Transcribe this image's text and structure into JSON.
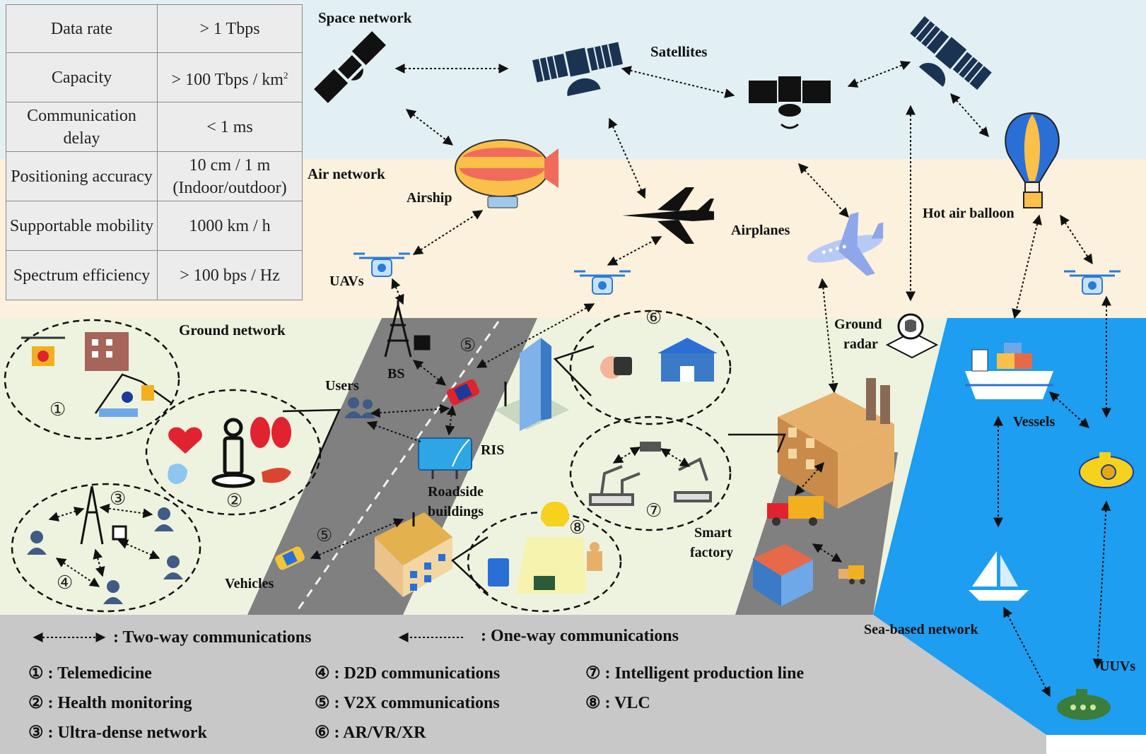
{
  "spec_table": {
    "rows": [
      {
        "key": "Data rate",
        "value": "> 1 Tbps",
        "sup": ""
      },
      {
        "key": "Capacity",
        "value": "> 100 Tbps / km",
        "sup": "2"
      },
      {
        "key": "Communication delay",
        "value": "< 1 ms",
        "sup": ""
      },
      {
        "key": "Positioning accuracy",
        "value": "10 cm / 1 m (Indoor/outdoor)",
        "sup": ""
      },
      {
        "key": "Supportable mobility",
        "value": "1000 km / h",
        "sup": ""
      },
      {
        "key": "Spectrum efficiency",
        "value": "> 100 bps / Hz",
        "sup": ""
      }
    ]
  },
  "layers": {
    "space": "Space network",
    "air": "Air network",
    "ground": "Ground network",
    "sea": "Sea-based network"
  },
  "labels": {
    "satellites": "Satellites",
    "airship": "Airship",
    "airplanes": "Airplanes",
    "hot_air_balloon": "Hot air balloon",
    "uavs": "UAVs",
    "bs": "BS",
    "users": "Users",
    "ris": "RIS",
    "roadside_buildings_1": "Roadside",
    "roadside_buildings_2": "buildings",
    "ground_radar_1": "Ground",
    "ground_radar_2": "radar",
    "smart_factory_1": "Smart",
    "smart_factory_2": "factory",
    "vehicles": "Vehicles",
    "vessels": "Vessels",
    "uuvs": "UUVs"
  },
  "circle_numbers": {
    "n1": "①",
    "n2": "②",
    "n3": "③",
    "n4": "④",
    "n5a": "⑤",
    "n5b": "⑤",
    "n6": "⑥",
    "n7": "⑦",
    "n8": "⑧"
  },
  "legend": {
    "two_way": ": Two-way communications",
    "one_way": ": One-way communications",
    "items": [
      "① : Telemedicine",
      "② : Health monitoring",
      "③ : Ultra-dense network",
      "④ : D2D communications",
      "⑤ : V2X communications",
      "⑥ : AR/VR/XR",
      "⑦ : Intelligent production line",
      "⑧ : VLC"
    ]
  },
  "colors": {
    "space_bg": "#e3f0f3",
    "air_bg": "#fbf1dc",
    "ground_bg": "#eef3df",
    "sea_bg": "#1e9ef0",
    "legend_bg": "#c8c8c8",
    "road": "#808080"
  }
}
